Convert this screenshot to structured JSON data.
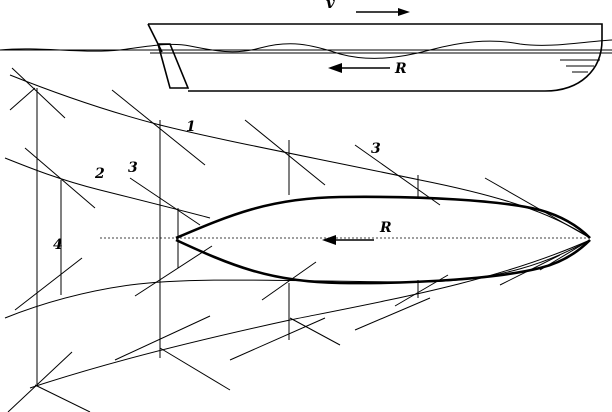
{
  "labels": {
    "velocity": "v",
    "resistance_side": "R",
    "resistance_plan": "R",
    "wave_1": "1",
    "wave_2": "2",
    "wave_3_left": "3",
    "wave_3_right": "3",
    "wave_4": "4"
  },
  "colors": {
    "ink": "#000000",
    "background": "#ffffff"
  }
}
